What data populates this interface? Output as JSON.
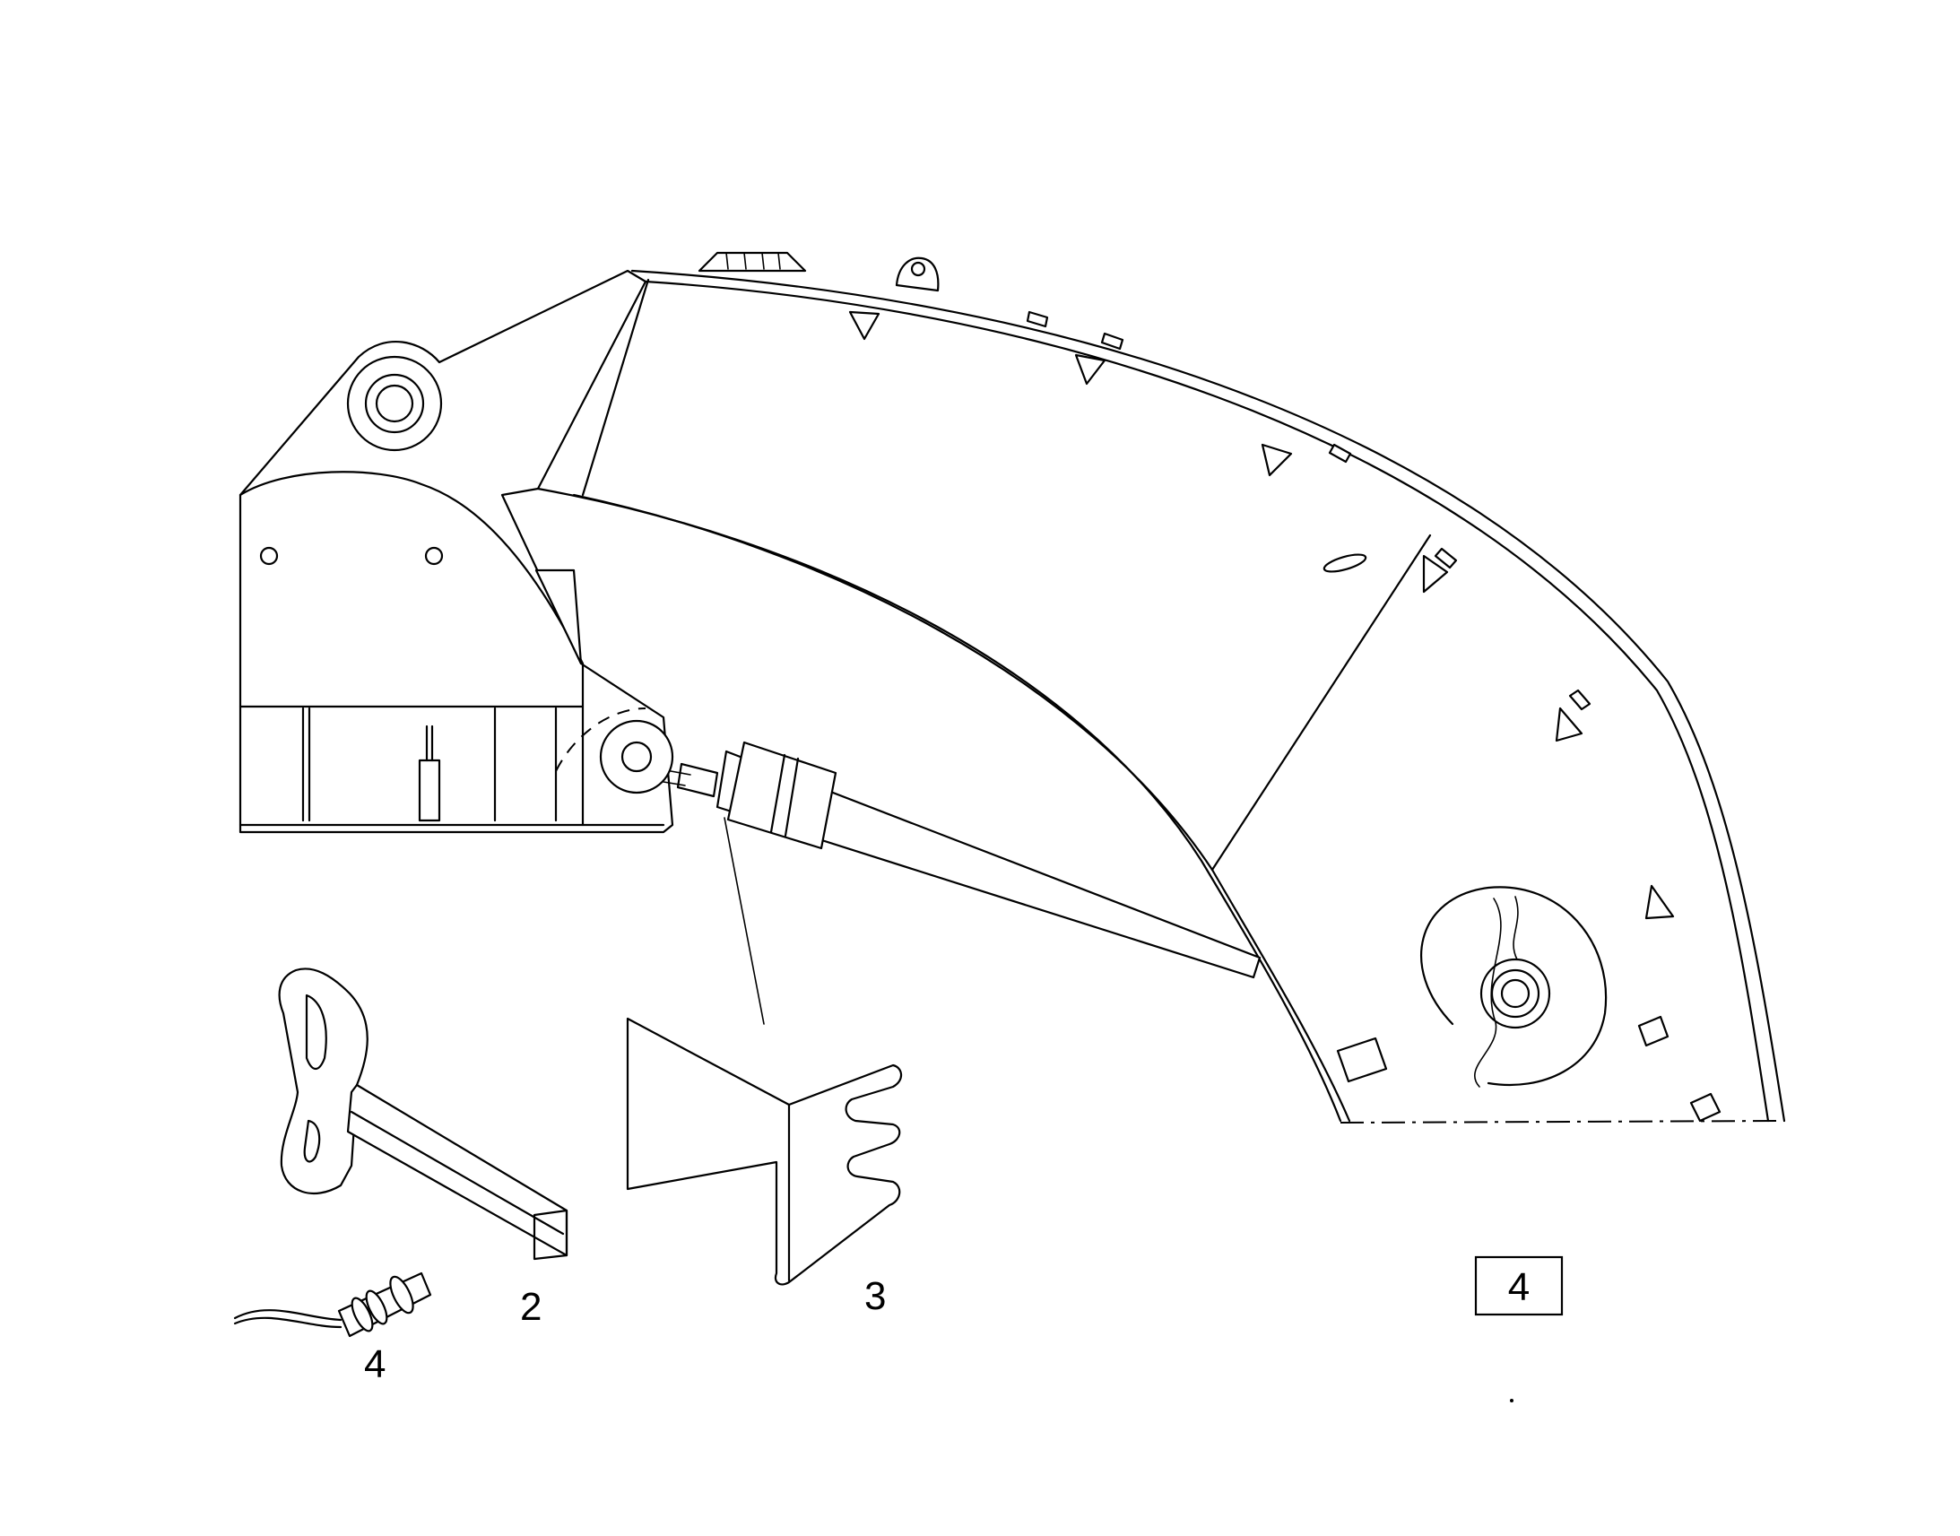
{
  "callouts": [
    {
      "label": "2"
    },
    {
      "label": "3"
    },
    {
      "label": "4"
    }
  ],
  "reference_box": {
    "label": "4"
  },
  "stroke_color": "#000000",
  "background_color": "#ffffff"
}
